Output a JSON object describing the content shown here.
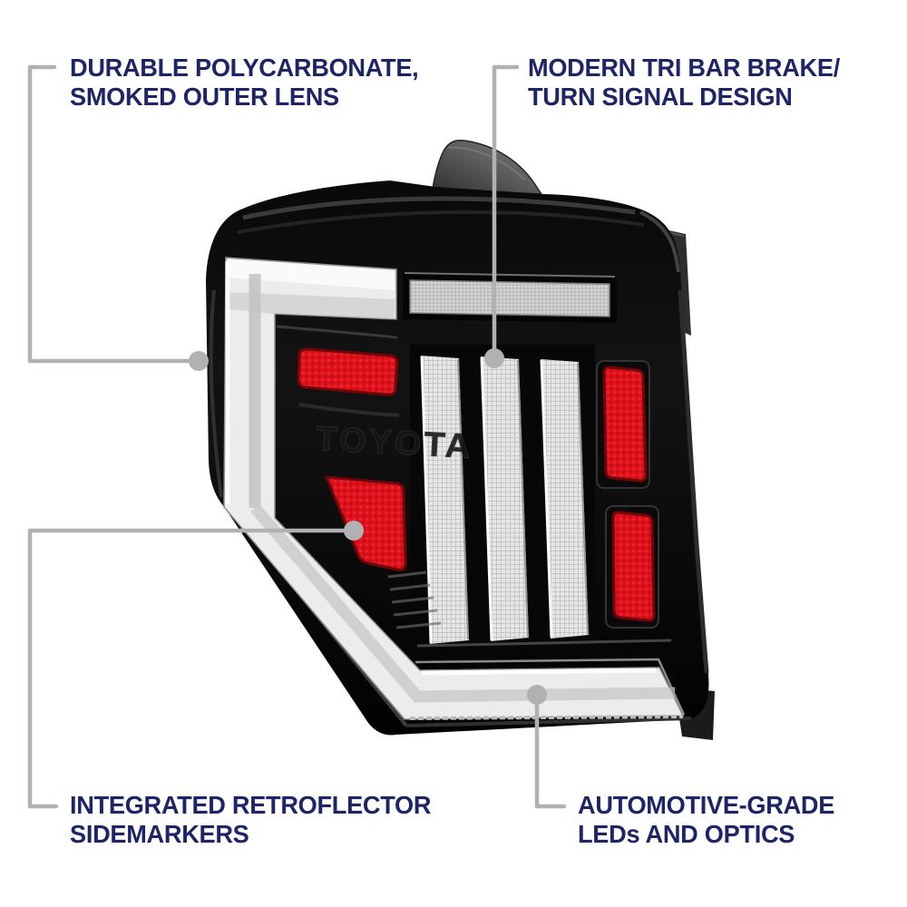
{
  "figure": {
    "description": "Rear-view illustration of a black smoked-lens LED tail light assembly with a white C-shaped light bar, three clear vertical LED bars and red retroreflector blocks"
  },
  "callouts": {
    "top_left": {
      "line1": "DURABLE POLYCARBONATE,",
      "line2": "SMOKED OUTER LENS"
    },
    "top_right": {
      "line1": "MODERN TRI BAR BRAKE/",
      "line2": "TURN SIGNAL DESIGN"
    },
    "bottom_left": {
      "line1": "INTEGRATED RETROFLECTOR",
      "line2": "SIDEMARKERS"
    },
    "bottom_right": {
      "line1": "AUTOMOTIVE-GRADE",
      "line2": "LEDs AND OPTICS"
    }
  },
  "colors": {
    "background": "#ffffff",
    "label_text": "#1d2567",
    "leader_line": "#b1b1b4",
    "reflector_red": "#e0111b",
    "housing_black": "#0c0c0c",
    "light_bar_white": "#ececec",
    "fin_gray": "#5a5a5a"
  }
}
